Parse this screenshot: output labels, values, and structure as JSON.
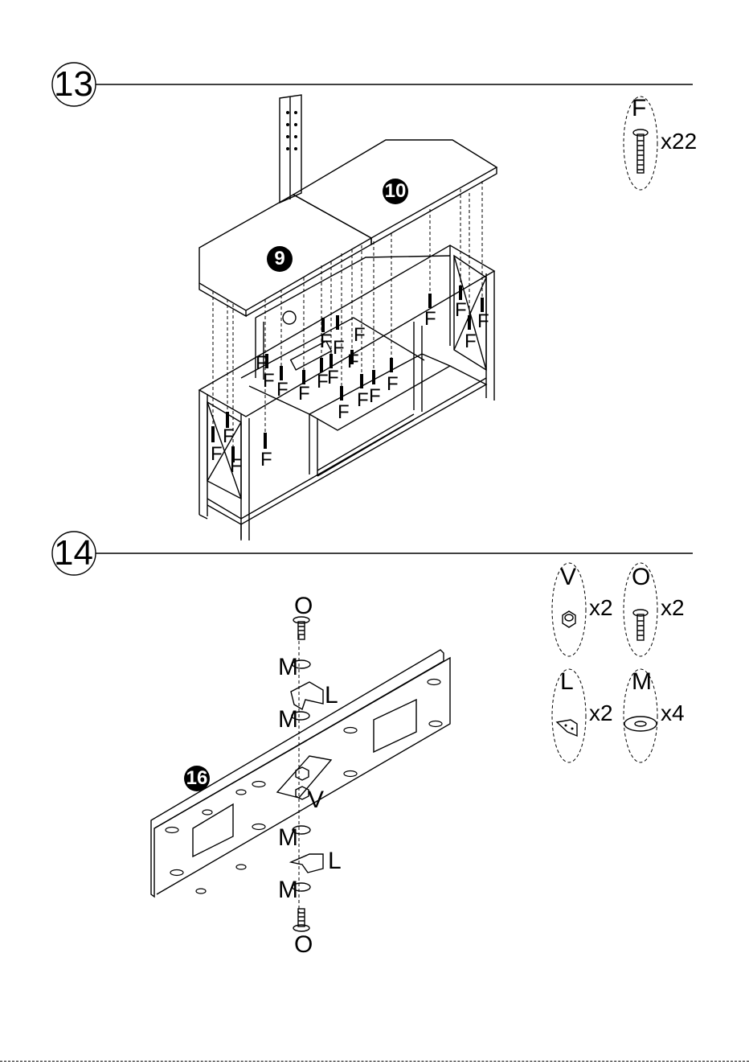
{
  "steps": [
    {
      "number": "13",
      "parts": [
        {
          "letter": "F",
          "qty": "x22"
        }
      ],
      "callouts": [
        "9",
        "10"
      ],
      "screw_label": "F"
    },
    {
      "number": "14",
      "parts": [
        {
          "letter": "V",
          "qty": "x2"
        },
        {
          "letter": "O",
          "qty": "x2"
        },
        {
          "letter": "L",
          "qty": "x2"
        },
        {
          "letter": "M",
          "qty": "x4"
        }
      ],
      "callouts": [
        "16"
      ],
      "labels": {
        "o": "O",
        "m": "M",
        "l": "L",
        "v": "V"
      }
    }
  ]
}
